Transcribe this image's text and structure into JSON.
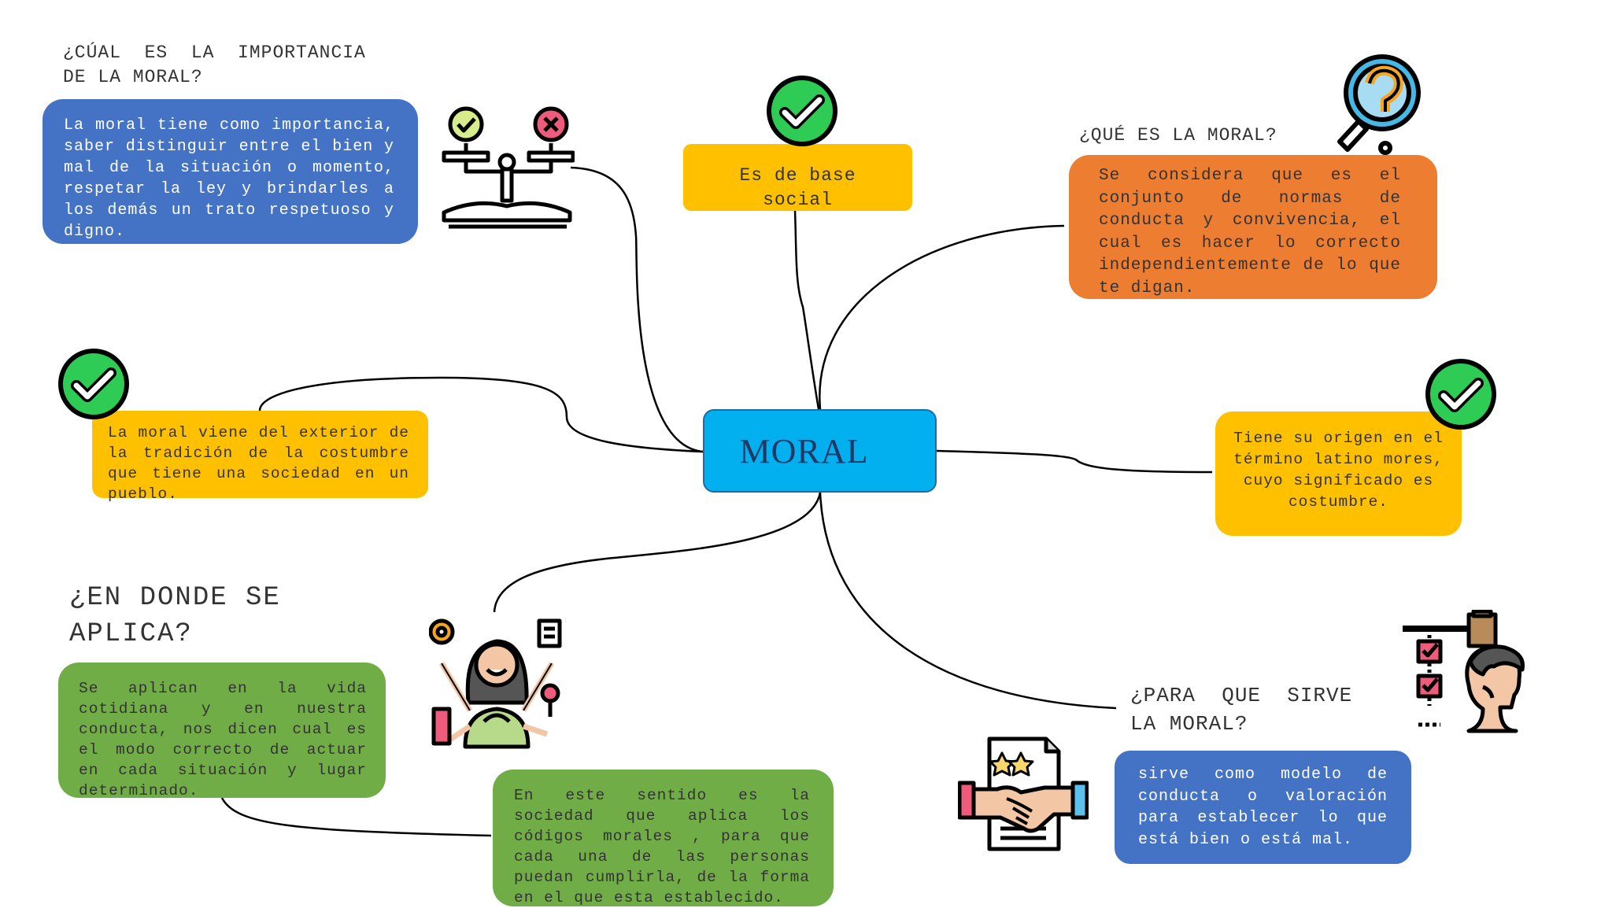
{
  "diagram": {
    "center": {
      "label": "MORAL",
      "color": "#03b0ef"
    },
    "nodes": [
      {
        "id": "importancia-heading",
        "text": "¿CÚAL  ES  LA  IMPORTANCIA\nDE LA MORAL?"
      },
      {
        "id": "importancia-box",
        "text": "La moral tiene como importancia, saber distinguir entre el bien y mal de la situación o momento, respetar la ley y brindarles a los demás un trato respetuoso y digno.",
        "color": "#4472c4"
      },
      {
        "id": "base-social-box",
        "text": "Es de base social",
        "color": "#ffc000"
      },
      {
        "id": "que-es-heading",
        "text": "¿QUÉ ES LA MORAL?"
      },
      {
        "id": "que-es-box",
        "text": "Se considera que es el conjunto de normas de conducta y convivencia, el cual es hacer lo correcto independientemente de lo que te digan.",
        "color": "#ed7d31"
      },
      {
        "id": "exterior-box",
        "text": "La moral viene del exterior de la tradición de la costumbre que tiene una sociedad en un pueblo.",
        "color": "#ffc000"
      },
      {
        "id": "origen-box",
        "text": "Tiene su origen en el término latino mores, cuyo significado es costumbre.",
        "color": "#ffc000"
      },
      {
        "id": "donde-heading",
        "text": "¿EN DONDE SE\nAPLICA?"
      },
      {
        "id": "vida-box",
        "text": "Se aplican en la vida cotidiana y en nuestra conducta, nos dicen cual es el modo correcto de actuar en cada situación y lugar determinado.",
        "color": "#70ad47"
      },
      {
        "id": "sentido-box",
        "text": "En este sentido es la sociedad que aplica los códigos morales , para que cada una de las personas puedan cumplirla, de la forma en el que esta establecido.",
        "color": "#70ad47"
      },
      {
        "id": "sirve-heading",
        "text": "¿PARA  QUE  SIRVE\nLA MORAL?"
      },
      {
        "id": "sirve-box",
        "text": "sirve como modelo de conducta o valoración para establecer lo que está bien o está mal.",
        "color": "#4472c4"
      }
    ],
    "icons": [
      "scale-check-cross-icon",
      "checkmark-icon",
      "magnifier-question-icon",
      "checkmark-icon",
      "checkmark-icon",
      "multitask-woman-icon",
      "judge-gavel-head-icon",
      "handshake-contract-icon"
    ],
    "accent_check": "#2ecc55"
  }
}
